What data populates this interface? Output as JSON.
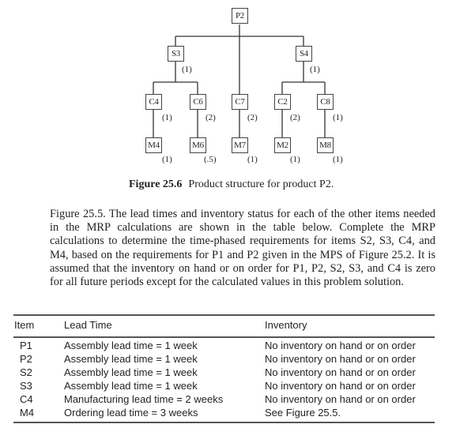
{
  "figure": {
    "root": {
      "label": "P2"
    },
    "level1": [
      {
        "label": "S3",
        "qty": "(1)"
      },
      {
        "label": "S4",
        "qty": "(1)"
      }
    ],
    "level2": [
      {
        "label": "C4",
        "qty": "(1)",
        "parent": "S3"
      },
      {
        "label": "C6",
        "qty": "(2)",
        "parent": "S3"
      },
      {
        "label": "C7",
        "qty": "(2)",
        "parent": "P2"
      },
      {
        "label": "C2",
        "qty": "(2)",
        "parent": "S4"
      },
      {
        "label": "C8",
        "qty": "(1)",
        "parent": "S4"
      }
    ],
    "level3": [
      {
        "label": "M4",
        "qty": "(1)",
        "parent": "C4"
      },
      {
        "label": "M6",
        "qty": "(.5)",
        "parent": "C6"
      },
      {
        "label": "M7",
        "qty": "(1)",
        "parent": "C7"
      },
      {
        "label": "M2",
        "qty": "(1)",
        "parent": "C2"
      },
      {
        "label": "M8",
        "qty": "(1)",
        "parent": "C8"
      }
    ],
    "caption_number": "Figure 25.6",
    "caption_text": "Product structure for product P2."
  },
  "paragraph": "Figure 25.5. The lead times and inventory status for each of the other items needed in the MRP calculations are shown in the table below. Complete the MRP calculations to determine the time-phased requirements for items S2, S3, C4, and M4, based on the requirements for P1 and P2 given in the MPS of Figure 25.2. It is assumed that the inventory on hand or on order for P1, P2, S2, S3, and C4 is zero for all future periods except for the calculated values in this problem solution.",
  "table": {
    "headers": {
      "item": "Item",
      "lead_time": "Lead Time",
      "inventory": "Inventory"
    },
    "rows": [
      {
        "item": "P1",
        "lead_time": "Assembly lead time = 1 week",
        "inventory": "No inventory on hand or on order"
      },
      {
        "item": "P2",
        "lead_time": "Assembly lead time = 1 week",
        "inventory": "No inventory on hand or on order"
      },
      {
        "item": "S2",
        "lead_time": "Assembly lead time = 1 week",
        "inventory": "No inventory on hand or on order"
      },
      {
        "item": "S3",
        "lead_time": "Assembly lead time = 1 week",
        "inventory": "No inventory on hand or on order"
      },
      {
        "item": "C4",
        "lead_time": "Manufacturing lead time = 2 weeks",
        "inventory": "No inventory on hand or on order"
      },
      {
        "item": "M4",
        "lead_time": "Ordering lead time = 3 weeks",
        "inventory": "See Figure 25.5."
      }
    ]
  }
}
